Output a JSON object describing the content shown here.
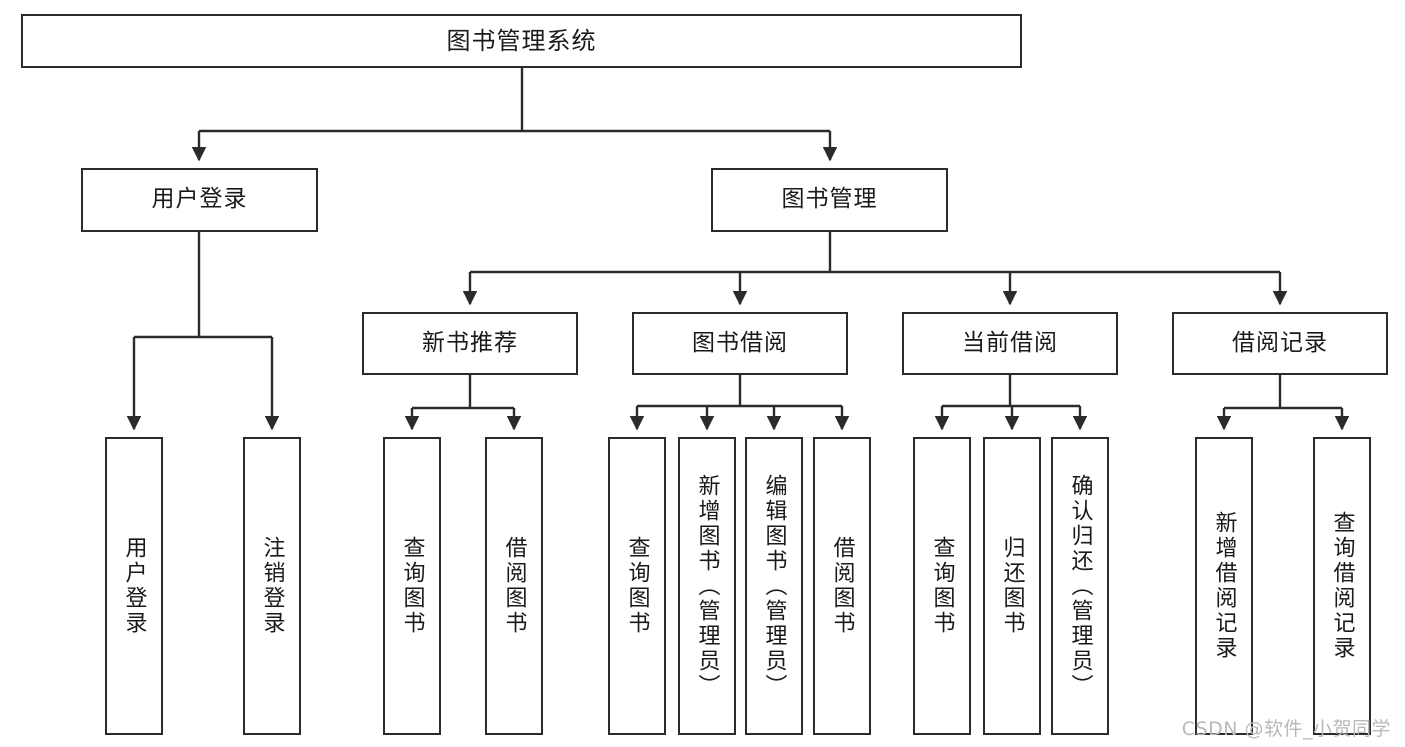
{
  "diagram": {
    "title": "图书管理系统",
    "type": "tree-hierarchy",
    "watermark": "CSDN @软件_小贺同学",
    "colors": {
      "background": "#ffffff",
      "box_border": "#2b2b2b",
      "box_fill": "#ffffff",
      "text": "#1a1a1a",
      "edge": "#2b2b2b",
      "watermark": "#b9b9b9"
    },
    "root": {
      "label": "图书管理系统"
    },
    "level2": [
      {
        "id": "user-login",
        "label": "用户登录"
      },
      {
        "id": "book-management",
        "label": "图书管理"
      }
    ],
    "level3": [
      {
        "id": "new-book-recommend",
        "label": "新书推荐"
      },
      {
        "id": "book-borrow",
        "label": "图书借阅"
      },
      {
        "id": "current-borrow",
        "label": "当前借阅"
      },
      {
        "id": "borrow-record",
        "label": "借阅记录"
      }
    ],
    "leaves": {
      "user-login": [
        {
          "id": "leaf-user-login",
          "label": "用户登录"
        },
        {
          "id": "leaf-user-logout",
          "label": "注销登录"
        }
      ],
      "new-book-recommend": [
        {
          "id": "leaf-query-book-1",
          "label": "查询图书"
        },
        {
          "id": "leaf-borrow-book-1",
          "label": "借阅图书"
        }
      ],
      "book-borrow": [
        {
          "id": "leaf-query-book-2",
          "label": "查询图书"
        },
        {
          "id": "leaf-add-book",
          "label": "新增图书（管理员）"
        },
        {
          "id": "leaf-edit-book",
          "label": "编辑图书（管理员）"
        },
        {
          "id": "leaf-borrow-book-2",
          "label": "借阅图书"
        }
      ],
      "current-borrow": [
        {
          "id": "leaf-query-book-3",
          "label": "查询图书"
        },
        {
          "id": "leaf-return-book",
          "label": "归还图书"
        },
        {
          "id": "leaf-confirm-return",
          "label": "确认归还（管理员）"
        }
      ],
      "borrow-record": [
        {
          "id": "leaf-add-record",
          "label": "新增借阅记录"
        },
        {
          "id": "leaf-query-record",
          "label": "查询借阅记录"
        }
      ]
    }
  }
}
